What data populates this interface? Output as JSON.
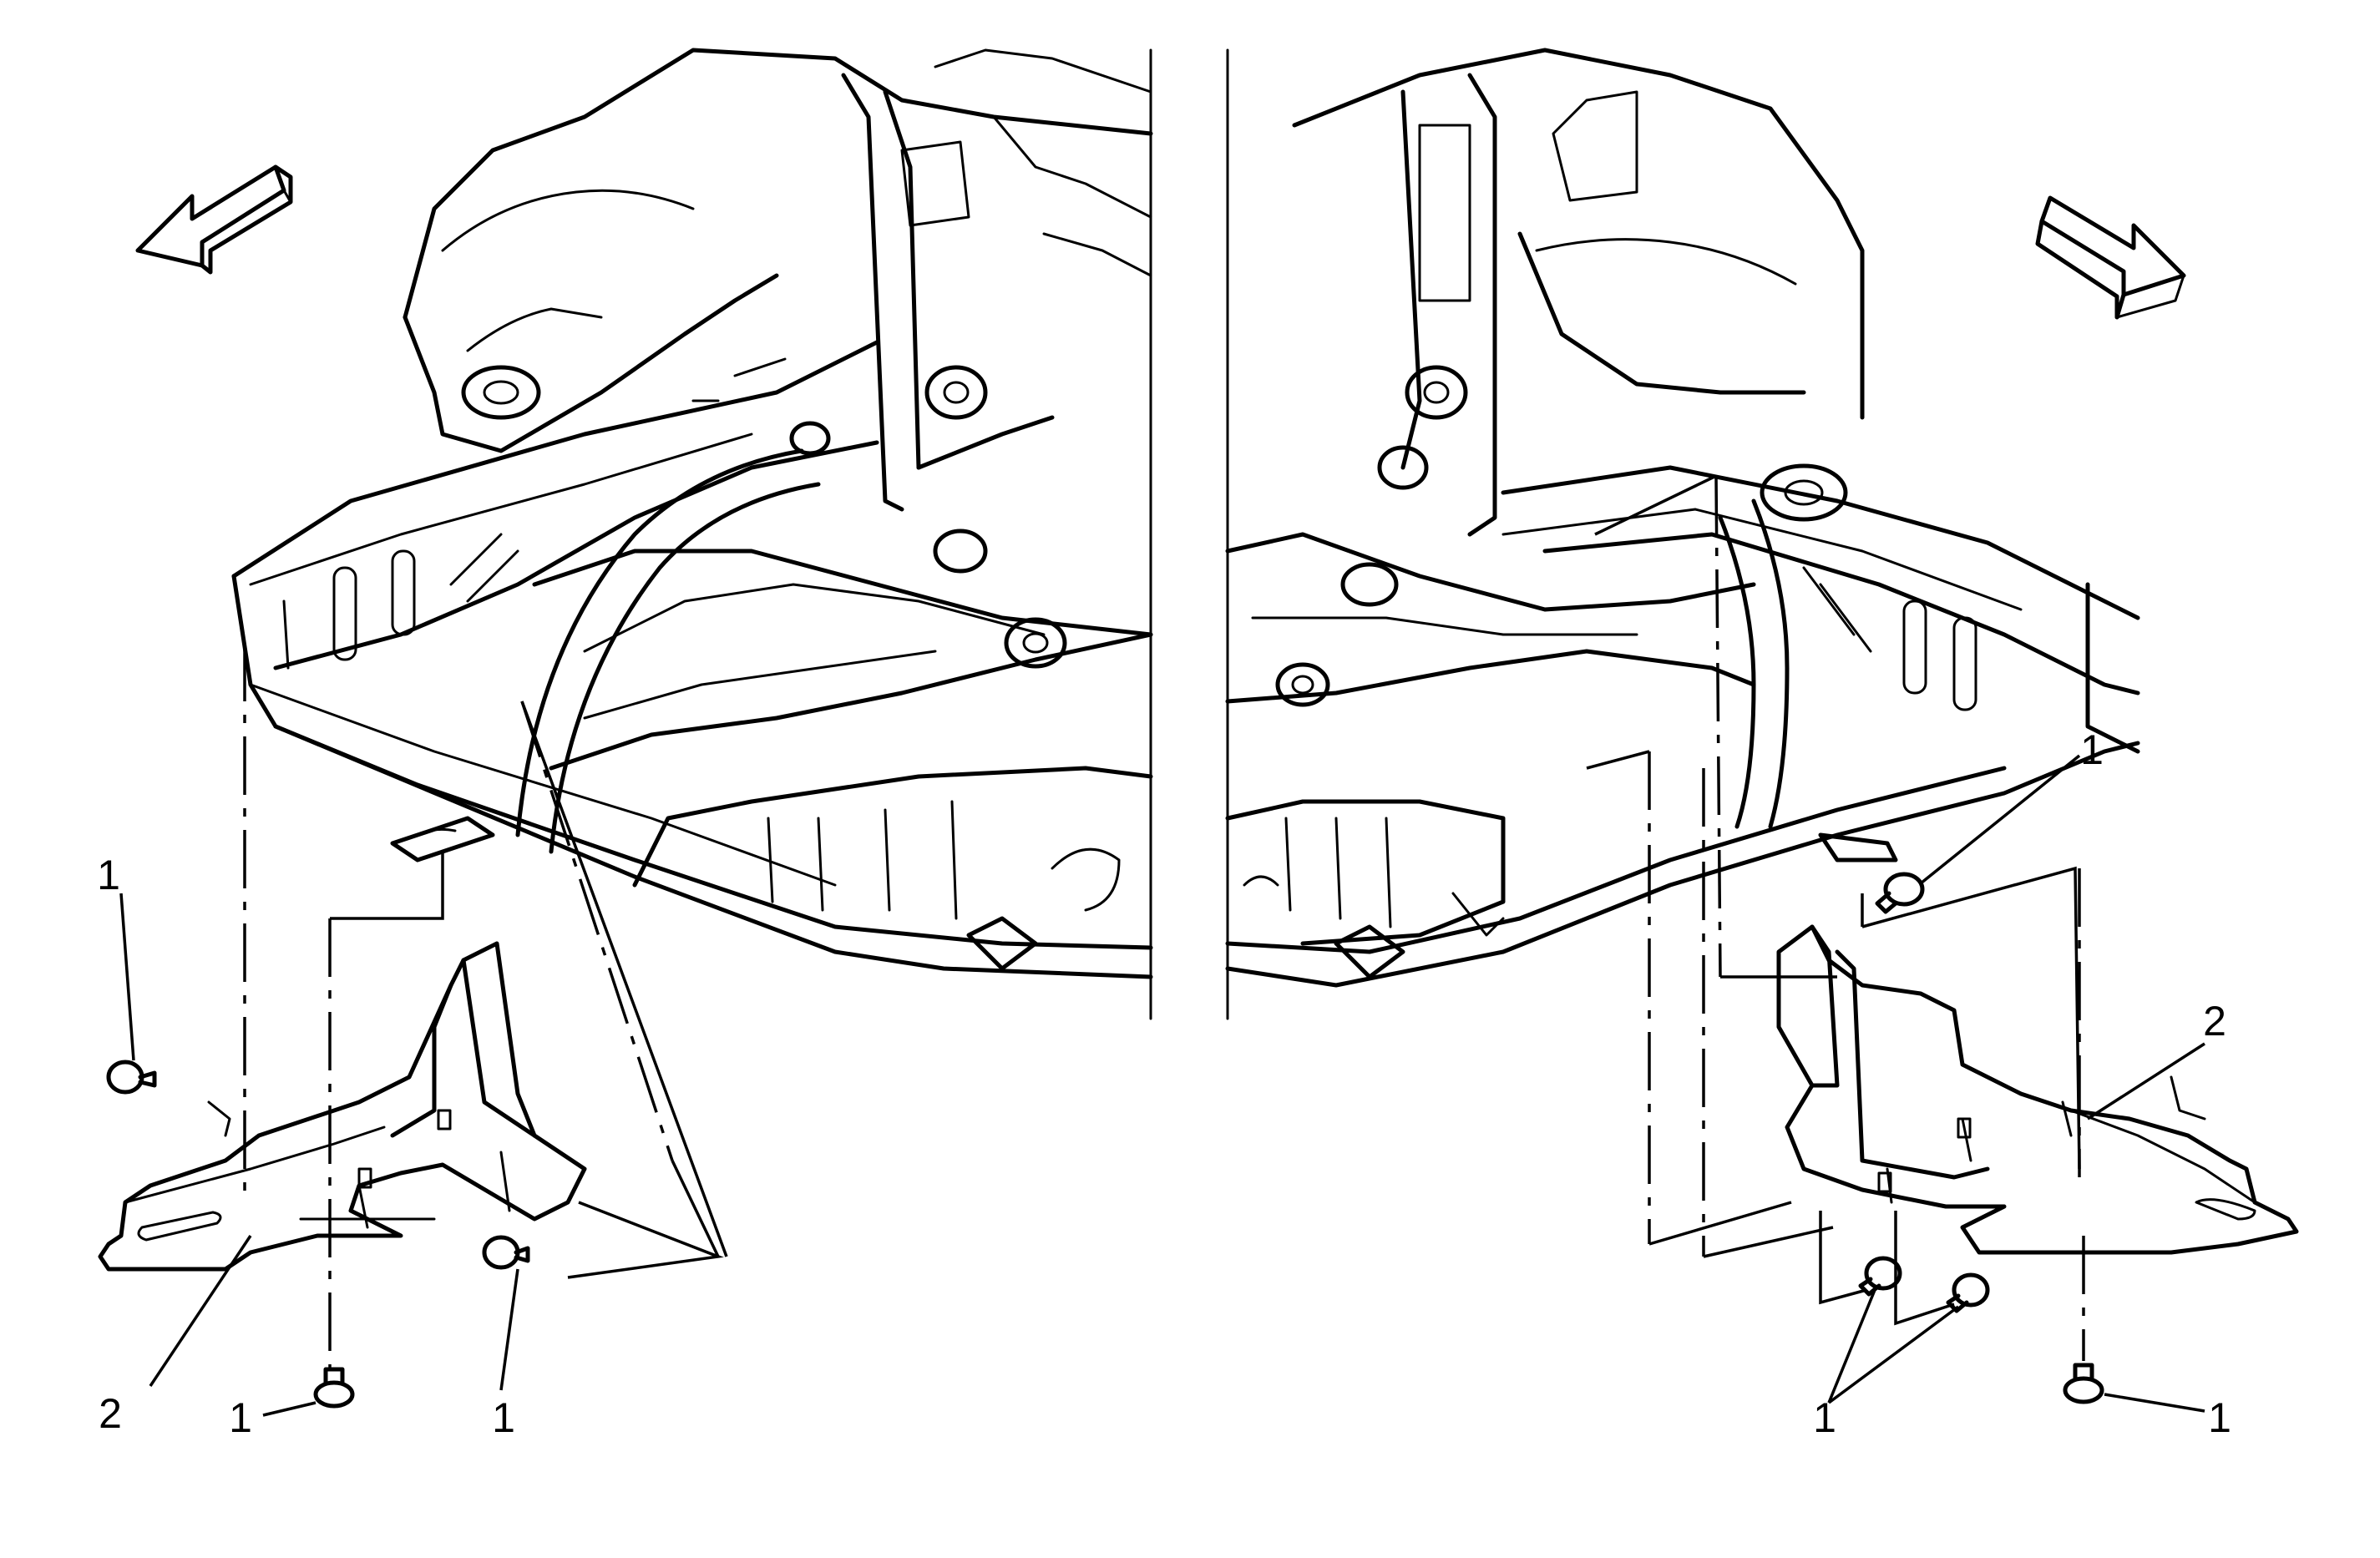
{
  "callouts": {
    "left": {
      "c1": "1",
      "c2": "2",
      "c3": "1",
      "c4": "1"
    },
    "right": {
      "c1": "1",
      "c2": "2",
      "c3": "1",
      "c4": "1"
    }
  },
  "icons": {
    "left_arrow": "direction-arrow-left-icon",
    "right_arrow": "direction-arrow-right-icon"
  },
  "colors": {
    "ink": "#000000",
    "background": "#ffffff"
  }
}
